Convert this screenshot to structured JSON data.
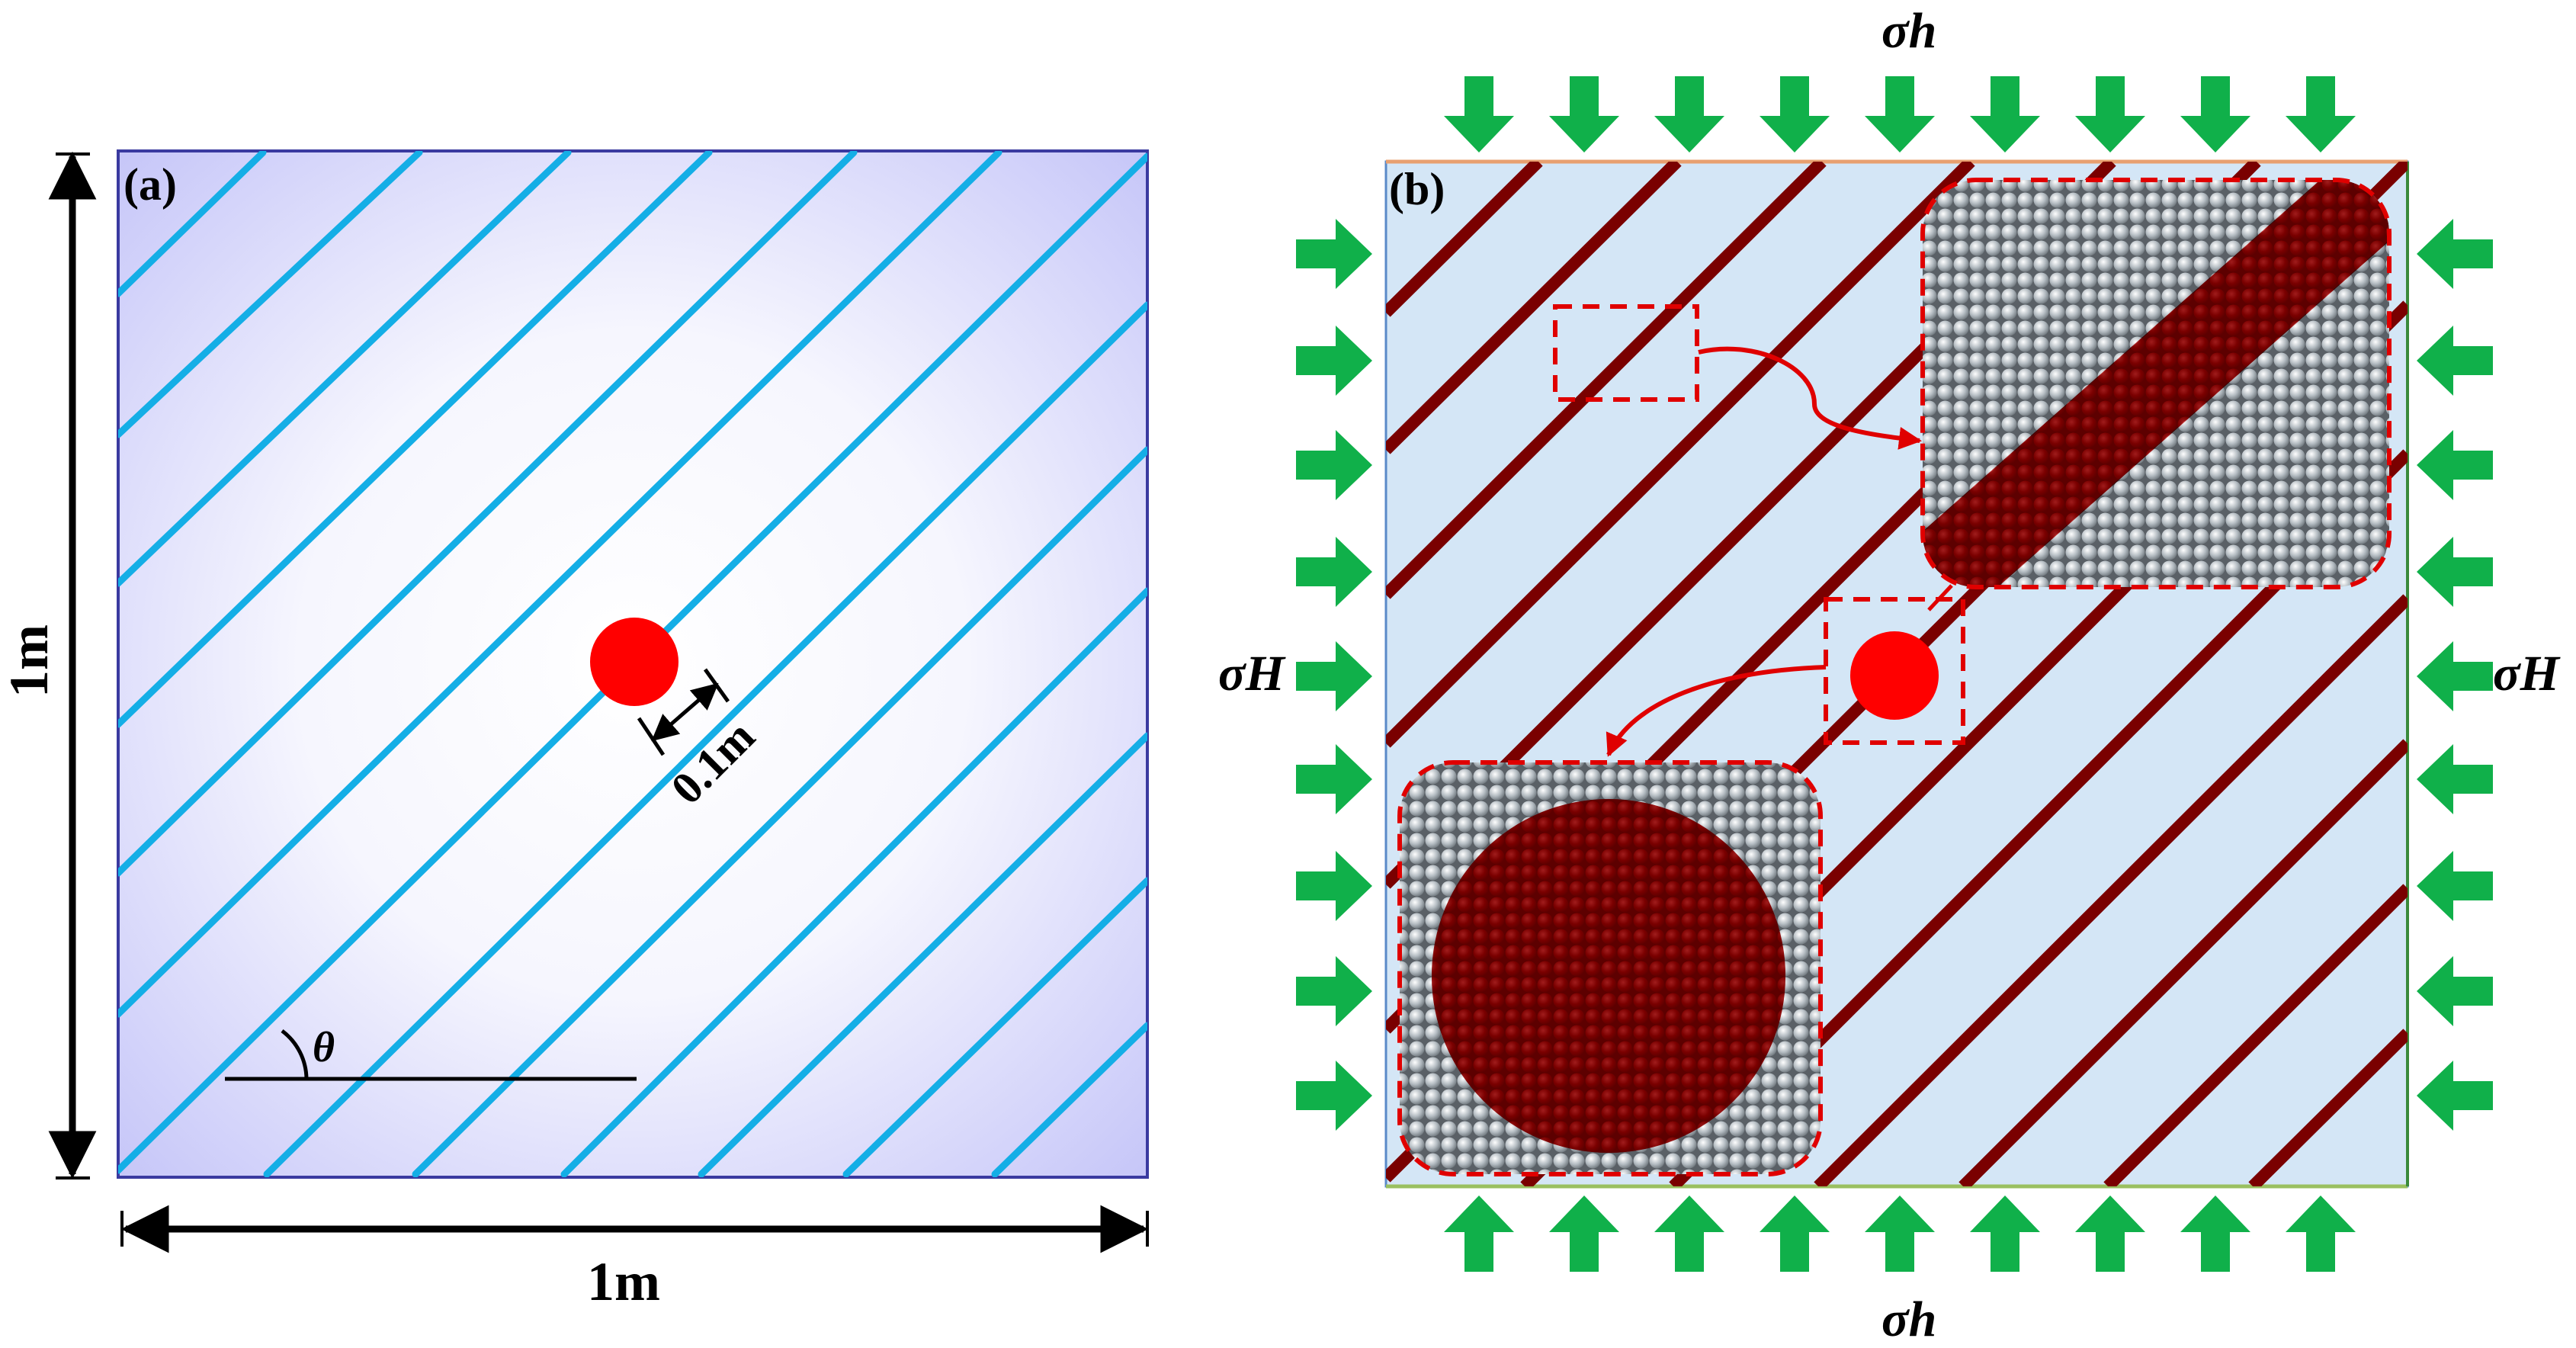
{
  "panel_a": {
    "label": "(a)",
    "height_label": "1m",
    "width_label": "1m",
    "hole_label": "0.1m",
    "angle_label": "θ",
    "colors": {
      "joint": "#14aee6",
      "hole": "#ff0000",
      "frame": "#3a3aa0",
      "fill_edge": "#c8c8fa"
    }
  },
  "panel_b": {
    "label": "(b)",
    "sigma_h_top": "σh",
    "sigma_h_bottom": "σh",
    "sigma_H_left": "σH",
    "sigma_H_right": "σH",
    "colors": {
      "joint": "#7a0000",
      "matrix": "#d4e6f6",
      "arrow": "#10b04a",
      "box": "#e00000",
      "particle": "#aeb6bc"
    }
  }
}
